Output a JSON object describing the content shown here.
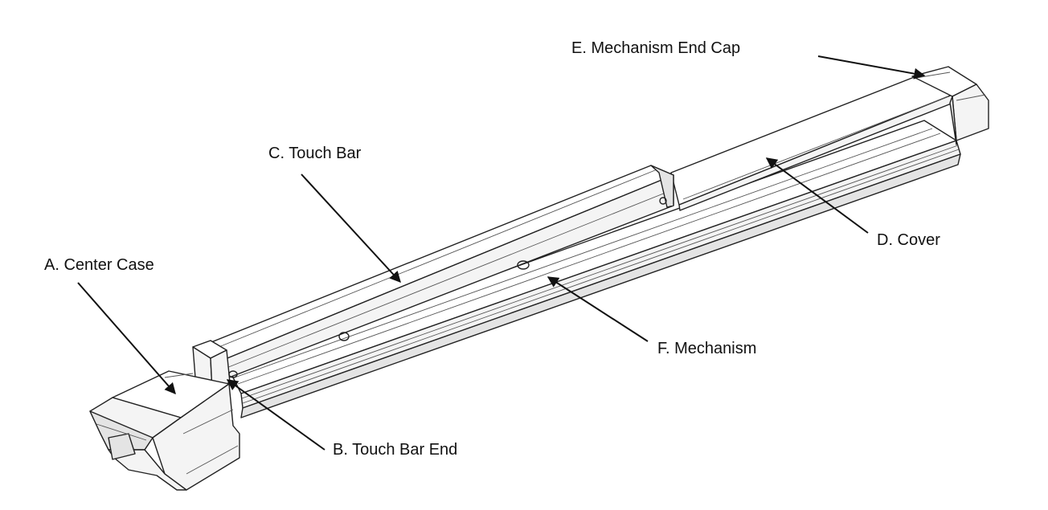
{
  "diagram": {
    "colors": {
      "ink": "#111111",
      "line": "#222222",
      "background": "#ffffff"
    },
    "labels": {
      "center_case": "A. Center Case",
      "touch_bar_end": "B. Touch Bar End",
      "touch_bar": "C. Touch Bar",
      "cover": "D. Cover",
      "mechanism_end_cap": "E. Mechanism End Cap",
      "mechanism": "F. Mechanism"
    }
  }
}
